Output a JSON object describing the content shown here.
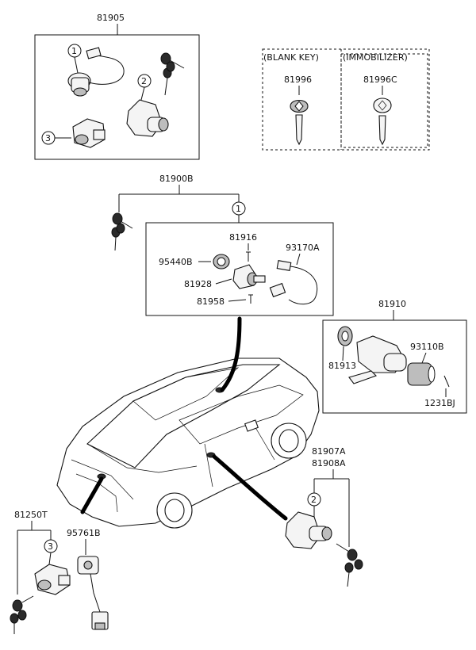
{
  "groups": {
    "top_assembly": {
      "part_no": "81905",
      "callouts": [
        "1",
        "2",
        "3"
      ]
    },
    "keys_box": {
      "blank_key_header": "(BLANK KEY)",
      "immobilizer_header": "(IMMOBILIZER)",
      "blank_key_no": "81996",
      "immobilizer_key_no": "81996C"
    },
    "ignition_assembly": {
      "part_no": "81900B",
      "callout": "1",
      "parts": [
        "81916",
        "95440B",
        "93170A",
        "81928",
        "81958"
      ]
    },
    "steering_lock": {
      "part_no": "81910",
      "parts": [
        "81913",
        "93110B",
        "1231BJ"
      ]
    },
    "door_lock": {
      "part_nos": [
        "81907A",
        "81908A"
      ],
      "callout": "2"
    },
    "trunk_lock": {
      "part_no": "81250T",
      "callout": "3"
    },
    "trunk_wiring": {
      "part_no": "95761B"
    }
  }
}
